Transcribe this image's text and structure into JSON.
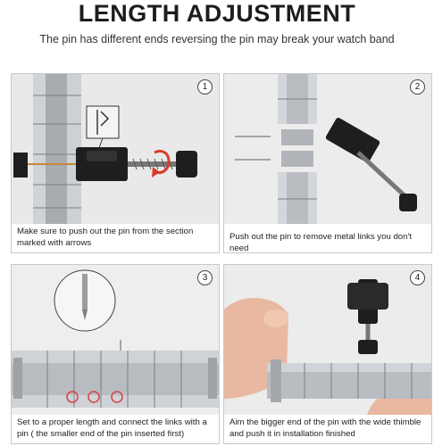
{
  "header": {
    "title": "LENGTH ADJUSTMENT",
    "subtitle": "The pin has different ends reversing the pin may break your watch band"
  },
  "steps": [
    {
      "number": "1",
      "caption": "Make sure to push out the pin from the section marked with arrows"
    },
    {
      "number": "2",
      "caption": "Push out the pin to remove metal links you don't need"
    },
    {
      "number": "3",
      "caption": "Set to a proper length and connect the links with a pin ( the smaller end of the pin inserted first)"
    },
    {
      "number": "4",
      "caption": "Aim the bigger end of the pin with the wide thimble and push it in installation finished"
    }
  ],
  "colors": {
    "panel_bg": "#e9e9e9",
    "steel": "#b9bcc1",
    "tool": "#1e1e1e",
    "marker_red": "#d94040",
    "skin": "#e8b9a0"
  }
}
